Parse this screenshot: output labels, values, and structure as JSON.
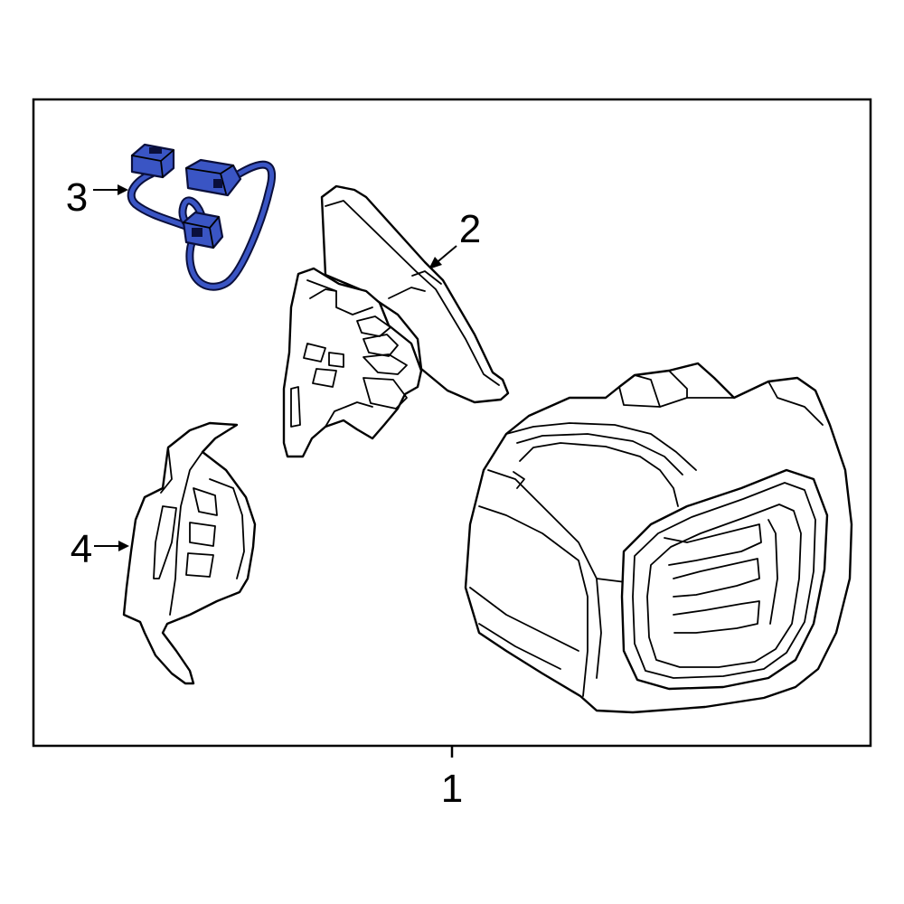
{
  "callouts": {
    "assembly": "1",
    "housing_bracket": "2",
    "wiring_harness": "3",
    "seal": "4"
  },
  "colors": {
    "highlight": "#3a55c4",
    "outline": "#000000",
    "background": "#ffffff"
  }
}
